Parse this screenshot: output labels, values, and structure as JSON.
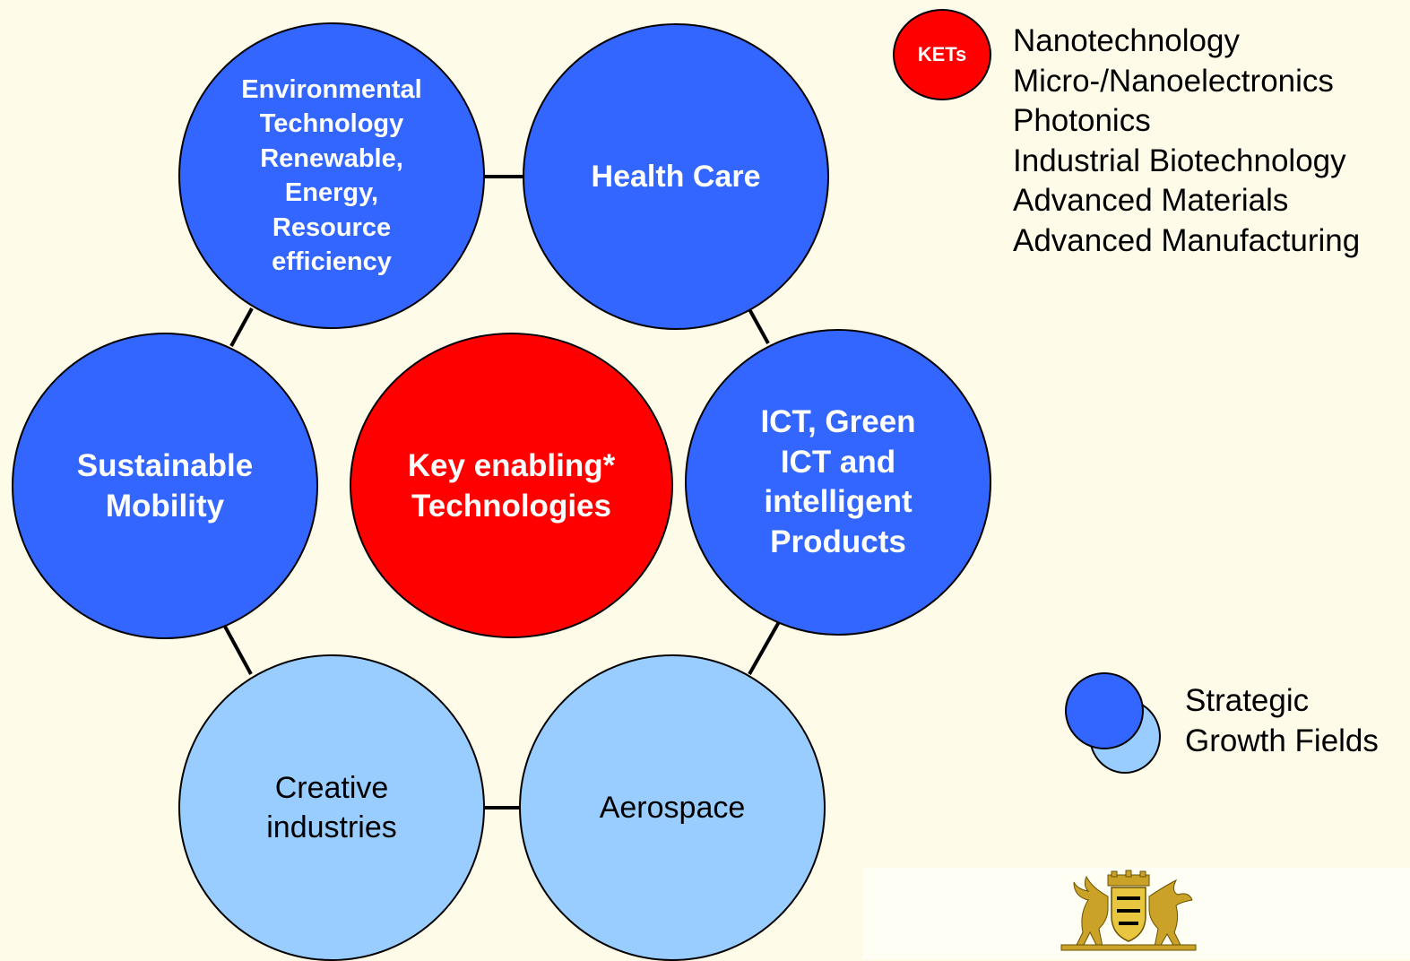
{
  "diagram": {
    "center": {
      "label": "Key enabling*\nTechnologies",
      "color": "#ff0000"
    },
    "nodes": {
      "environmental": {
        "label": "Environmental\nTechnology\nRenewable,\nEnergy,\nResource\nefficiency",
        "color": "#3366ff"
      },
      "health_care": {
        "label": "Health Care",
        "color": "#3366ff"
      },
      "sustainable_mobility": {
        "label": "Sustainable\nMobility",
        "color": "#3366ff"
      },
      "ict": {
        "label": "ICT, Green\nICT and\nintelligent\nProducts",
        "color": "#3366ff"
      },
      "creative_industries": {
        "label": "Creative\nindustries",
        "color": "#99ccff"
      },
      "aerospace": {
        "label": "Aerospace",
        "color": "#99ccff"
      }
    }
  },
  "kets_legend": {
    "badge": "KETs",
    "items": [
      "Nanotechnology",
      "Micro-/Nanoelectronics",
      "Photonics",
      "Industrial Biotechnology",
      "Advanced Materials",
      "Advanced Manufacturing"
    ]
  },
  "growth_legend": {
    "label": "Strategic\nGrowth Fields",
    "colors": [
      "#3366ff",
      "#99ccff"
    ]
  },
  "logo": {
    "icon": "coat-of-arms-icon"
  },
  "colors": {
    "background": "#fefbe9",
    "dark_blue": "#3366ff",
    "light_blue": "#99ccff",
    "red": "#ff0000"
  }
}
